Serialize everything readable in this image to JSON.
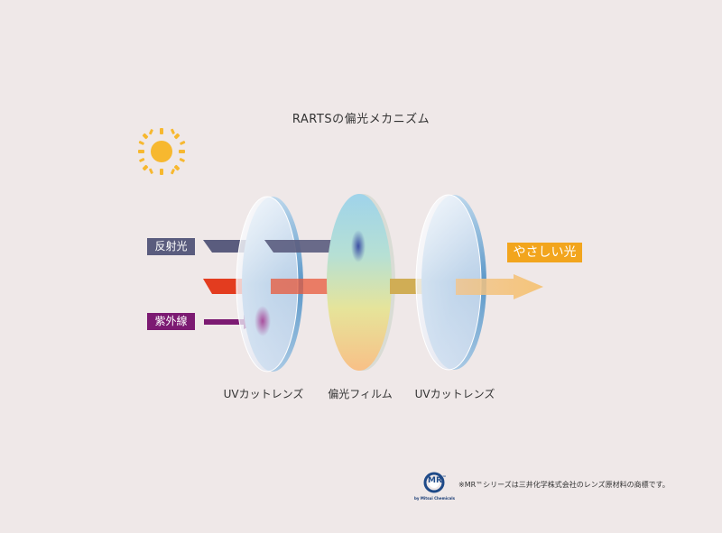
{
  "title": "RARTSの偏光メカニズム",
  "labels": {
    "reflected_light": "反射光",
    "ultraviolet": "紫外線",
    "gentle_light": "やさしい光"
  },
  "lenses": [
    {
      "label": "UVカットレンズ"
    },
    {
      "label": "偏光フィルム"
    },
    {
      "label": "UVカットレンズ"
    }
  ],
  "logo": {
    "text": "MR",
    "tm": "™",
    "sub": "by Mitsui Chemicals"
  },
  "footnote": "※MR™シリーズは三井化学株式会社のレンズ原材料の商標です。",
  "colors": {
    "background": "#efe8e8",
    "sun": "#f7b82f",
    "reflected": "#5a5c7e",
    "ultraviolet": "#7c1a72",
    "visible": "#e33c1f",
    "gentle": "#f2a51d"
  }
}
